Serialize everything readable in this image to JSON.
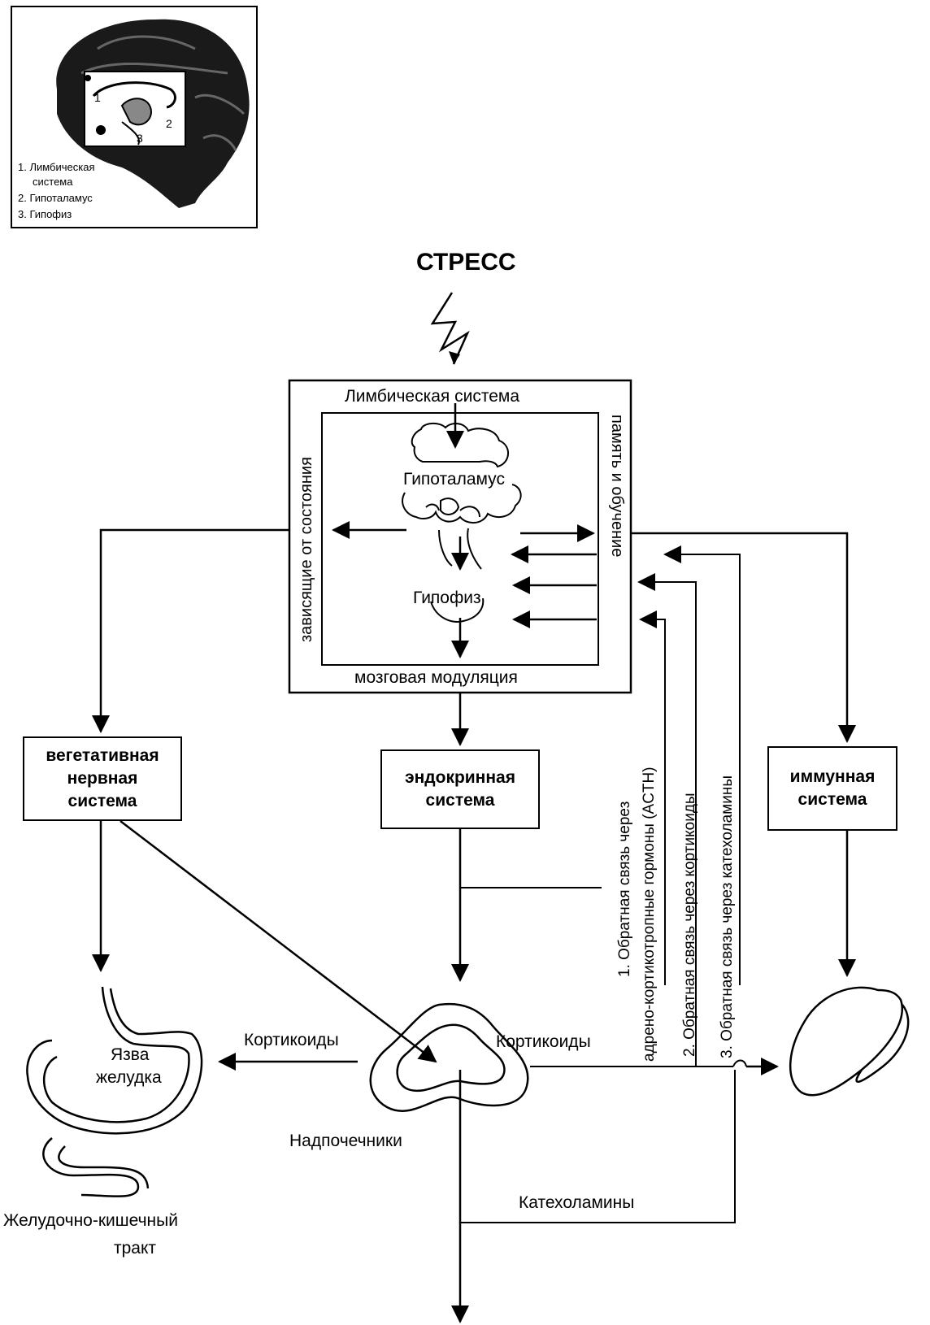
{
  "inset": {
    "numbers": [
      "1",
      "2",
      "3"
    ],
    "legend": [
      "1. Лимбическая",
      "система",
      "2. Гипоталамус",
      "3. Гипофиз"
    ]
  },
  "title": "СТРЕСС",
  "brain_box": {
    "top": "Лимбическая система",
    "bottom": "мозговая модуляция",
    "left": "зависящие от состояния",
    "right": "память и обучение",
    "hypothalamus": "Гипоталамус",
    "pituitary": "Гипофиз"
  },
  "systems": {
    "vegetative": [
      "вегетативная",
      "нервная",
      "система"
    ],
    "endocrine": [
      "эндокринная",
      "система"
    ],
    "immune": [
      "иммунная",
      "система"
    ]
  },
  "feedback": {
    "f1_line1": "1. Обратная связь через",
    "f1_line2": "адрено-кортикотропные гормоны (ACTH)",
    "f2": "2. Обратная связь через кортикоиды",
    "f3": "3. Обратная связь через катехоламины"
  },
  "organs": {
    "ulcer_1": "Язва",
    "ulcer_2": "желудка",
    "gi_1": "Желудочно-кишечный",
    "gi_2": "тракт",
    "adrenal": "Надпочечники",
    "corticoids_left": "Кортикоиды",
    "corticoids_right": "Кортикоиды",
    "catecholamines": "Катехоламины"
  }
}
